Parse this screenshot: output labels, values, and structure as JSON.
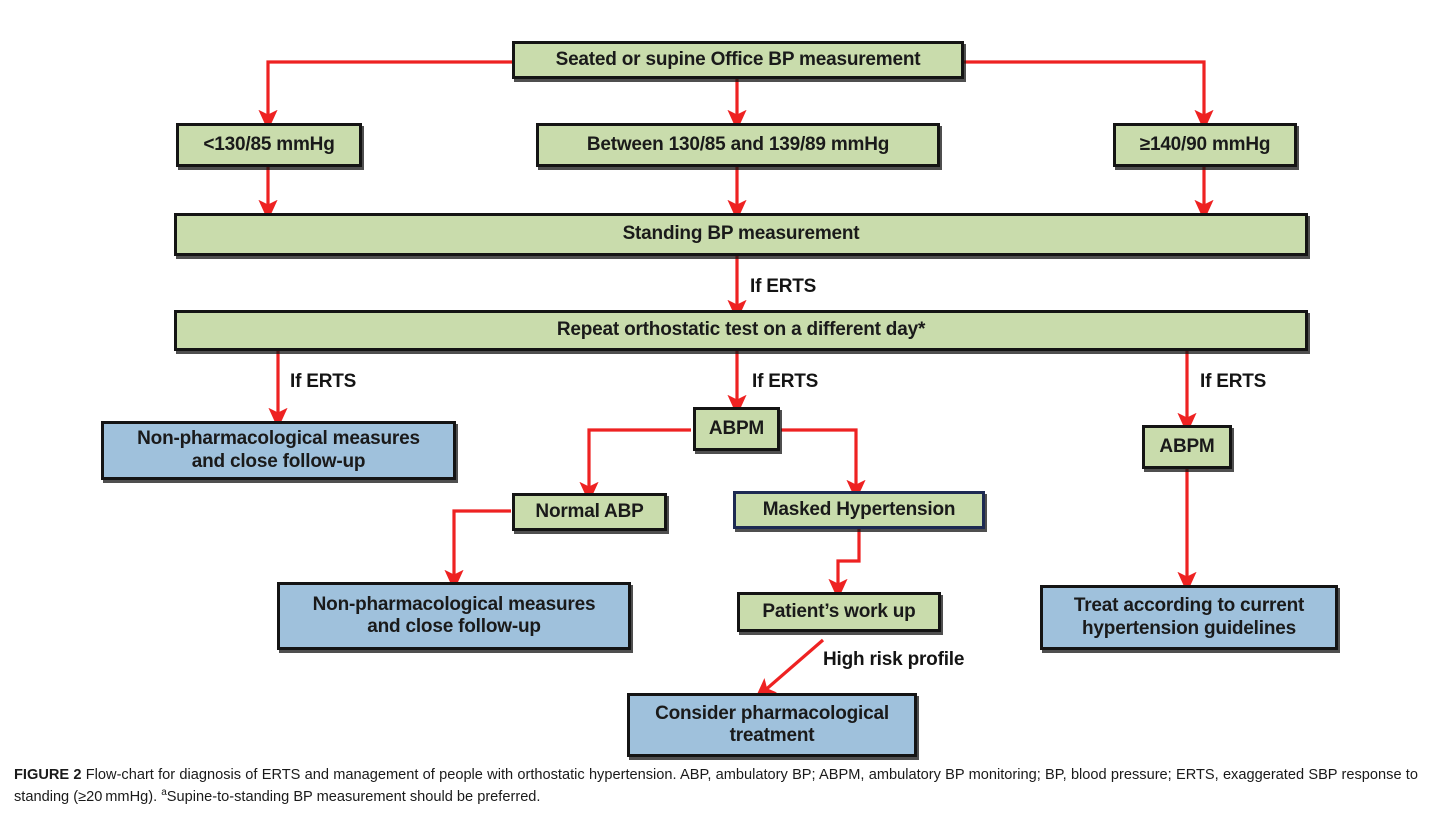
{
  "figure": {
    "type": "flowchart",
    "palette": {
      "green_fill": "#c9dcac",
      "blue_fill": "#9fc1dc",
      "box_border": "#141414",
      "navy_border": "#1d2a52",
      "connector": "#ee2222",
      "text": "#141414",
      "background": "#ffffff"
    },
    "nodes": [
      {
        "id": "office_bp",
        "label": "Seated or supine Office BP measurement",
        "style": "green"
      },
      {
        "id": "lt_130_85",
        "label": "<130/85 mmHg",
        "style": "green"
      },
      {
        "id": "between",
        "label": "Between 130/85 and 139/89 mmHg",
        "style": "green"
      },
      {
        "id": "ge_140_90",
        "label": "≥140/90 mmHg",
        "style": "green"
      },
      {
        "id": "standing_bp",
        "label": "Standing BP measurement",
        "style": "green"
      },
      {
        "id": "repeat_test",
        "label": "Repeat orthostatic test on a different day*",
        "style": "green"
      },
      {
        "id": "nonpharm_left",
        "label": "Non-pharmacological measures and close follow-up",
        "style": "blue"
      },
      {
        "id": "abpm_mid",
        "label": "ABPM",
        "style": "green"
      },
      {
        "id": "abpm_right",
        "label": "ABPM",
        "style": "green"
      },
      {
        "id": "normal_abp",
        "label": "Normal ABP",
        "style": "green"
      },
      {
        "id": "masked_htn",
        "label": "Masked Hypertension",
        "style": "green-navy"
      },
      {
        "id": "nonpharm_mid",
        "label": "Non-pharmacological measures and close follow-up",
        "style": "blue"
      },
      {
        "id": "patient_workup",
        "label": "Patient’s work up",
        "style": "green"
      },
      {
        "id": "treat_guidelines",
        "label": "Treat according to current hypertension guidelines",
        "style": "blue"
      },
      {
        "id": "consider_pharm",
        "label": "Consider pharmacological treatment",
        "style": "blue"
      }
    ],
    "node_lines": {
      "office_bp": [
        "Seated or supine Office BP measurement"
      ],
      "lt_130_85": [
        "<130/85 mmHg"
      ],
      "between": [
        "Between 130/85 and 139/89 mmHg"
      ],
      "ge_140_90": [
        "≥140/90 mmHg"
      ],
      "standing_bp": [
        "Standing BP measurement"
      ],
      "repeat_test": [
        "Repeat orthostatic test on a different day*"
      ],
      "nonpharm_left": [
        "Non-pharmacological measures",
        "and close follow-up"
      ],
      "abpm_mid": [
        "ABPM"
      ],
      "abpm_right": [
        "ABPM"
      ],
      "normal_abp": [
        "Normal ABP"
      ],
      "masked_htn": [
        "Masked Hypertension"
      ],
      "nonpharm_mid": [
        "Non-pharmacological measures",
        "and close follow-up"
      ],
      "patient_workup": [
        "Patient’s work up"
      ],
      "treat_guidelines": [
        "Treat according to current",
        "hypertension guidelines"
      ],
      "consider_pharm": [
        "Consider pharmacological",
        "treatment"
      ]
    },
    "edge_labels": [
      {
        "id": "if_erts_standing",
        "text": "If ERTS"
      },
      {
        "id": "if_erts_left",
        "text": "If ERTS"
      },
      {
        "id": "if_erts_mid",
        "text": "If ERTS"
      },
      {
        "id": "if_erts_right",
        "text": "If ERTS"
      },
      {
        "id": "high_risk_profile",
        "text": "High risk profile"
      }
    ],
    "edges": [
      {
        "from": "office_bp",
        "to": "lt_130_85"
      },
      {
        "from": "office_bp",
        "to": "between"
      },
      {
        "from": "office_bp",
        "to": "ge_140_90"
      },
      {
        "from": "lt_130_85",
        "to": "standing_bp"
      },
      {
        "from": "between",
        "to": "standing_bp"
      },
      {
        "from": "ge_140_90",
        "to": "standing_bp"
      },
      {
        "from": "standing_bp",
        "to": "repeat_test",
        "label": "If ERTS"
      },
      {
        "from": "repeat_test",
        "to": "nonpharm_left",
        "label": "If ERTS"
      },
      {
        "from": "repeat_test",
        "to": "abpm_mid",
        "label": "If ERTS"
      },
      {
        "from": "repeat_test",
        "to": "abpm_right",
        "label": "If ERTS"
      },
      {
        "from": "abpm_mid",
        "to": "normal_abp"
      },
      {
        "from": "abpm_mid",
        "to": "masked_htn"
      },
      {
        "from": "normal_abp",
        "to": "nonpharm_mid"
      },
      {
        "from": "masked_htn",
        "to": "patient_workup"
      },
      {
        "from": "patient_workup",
        "to": "consider_pharm",
        "label": "High risk profile"
      },
      {
        "from": "abpm_right",
        "to": "treat_guidelines"
      }
    ]
  },
  "caption": {
    "figure_label": "FIGURE 2",
    "line1": " Flow-chart for diagnosis of ERTS and management of people with orthostatic hypertension. ABP, ambulatory BP; ABPM, ambulatory BP monitoring; BP, blood pressure; ERTS, exaggerated SBP response to standing (≥20 mmHg). ",
    "superscript": "a",
    "line2": "Supine-to-standing BP measurement should be preferred."
  }
}
